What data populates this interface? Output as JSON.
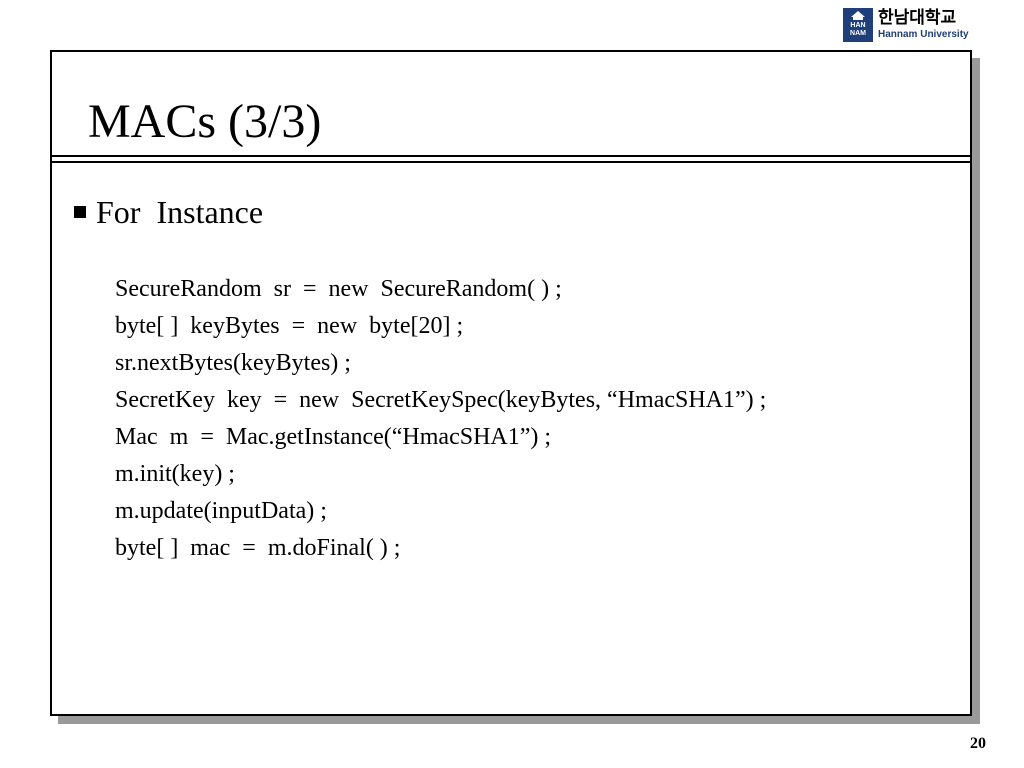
{
  "logo": {
    "korean": "한남대학교",
    "english": "Hannam University",
    "emblem_text": "HAN NAM",
    "emblem_color": "#1f3f7a"
  },
  "slide": {
    "title": "MACs (3/3)",
    "bullet": "For  Instance",
    "code_lines": [
      "SecureRandom  sr  =  new  SecureRandom( ) ;",
      "byte[ ]  keyBytes  =  new  byte[20] ;",
      "sr.nextBytes(keyBytes) ;",
      "SecretKey  key  =  new  SecretKeySpec(keyBytes, “HmacSHA1”) ;",
      "Mac  m  =  Mac.getInstance(“HmacSHA1”) ;",
      "m.init(key) ;",
      "m.update(inputData) ;",
      "byte[ ]  mac  =  m.doFinal( ) ;"
    ],
    "page_number": "20"
  },
  "colors": {
    "frame_border": "#000000",
    "frame_shadow": "#9a9a9a",
    "background": "#ffffff"
  }
}
